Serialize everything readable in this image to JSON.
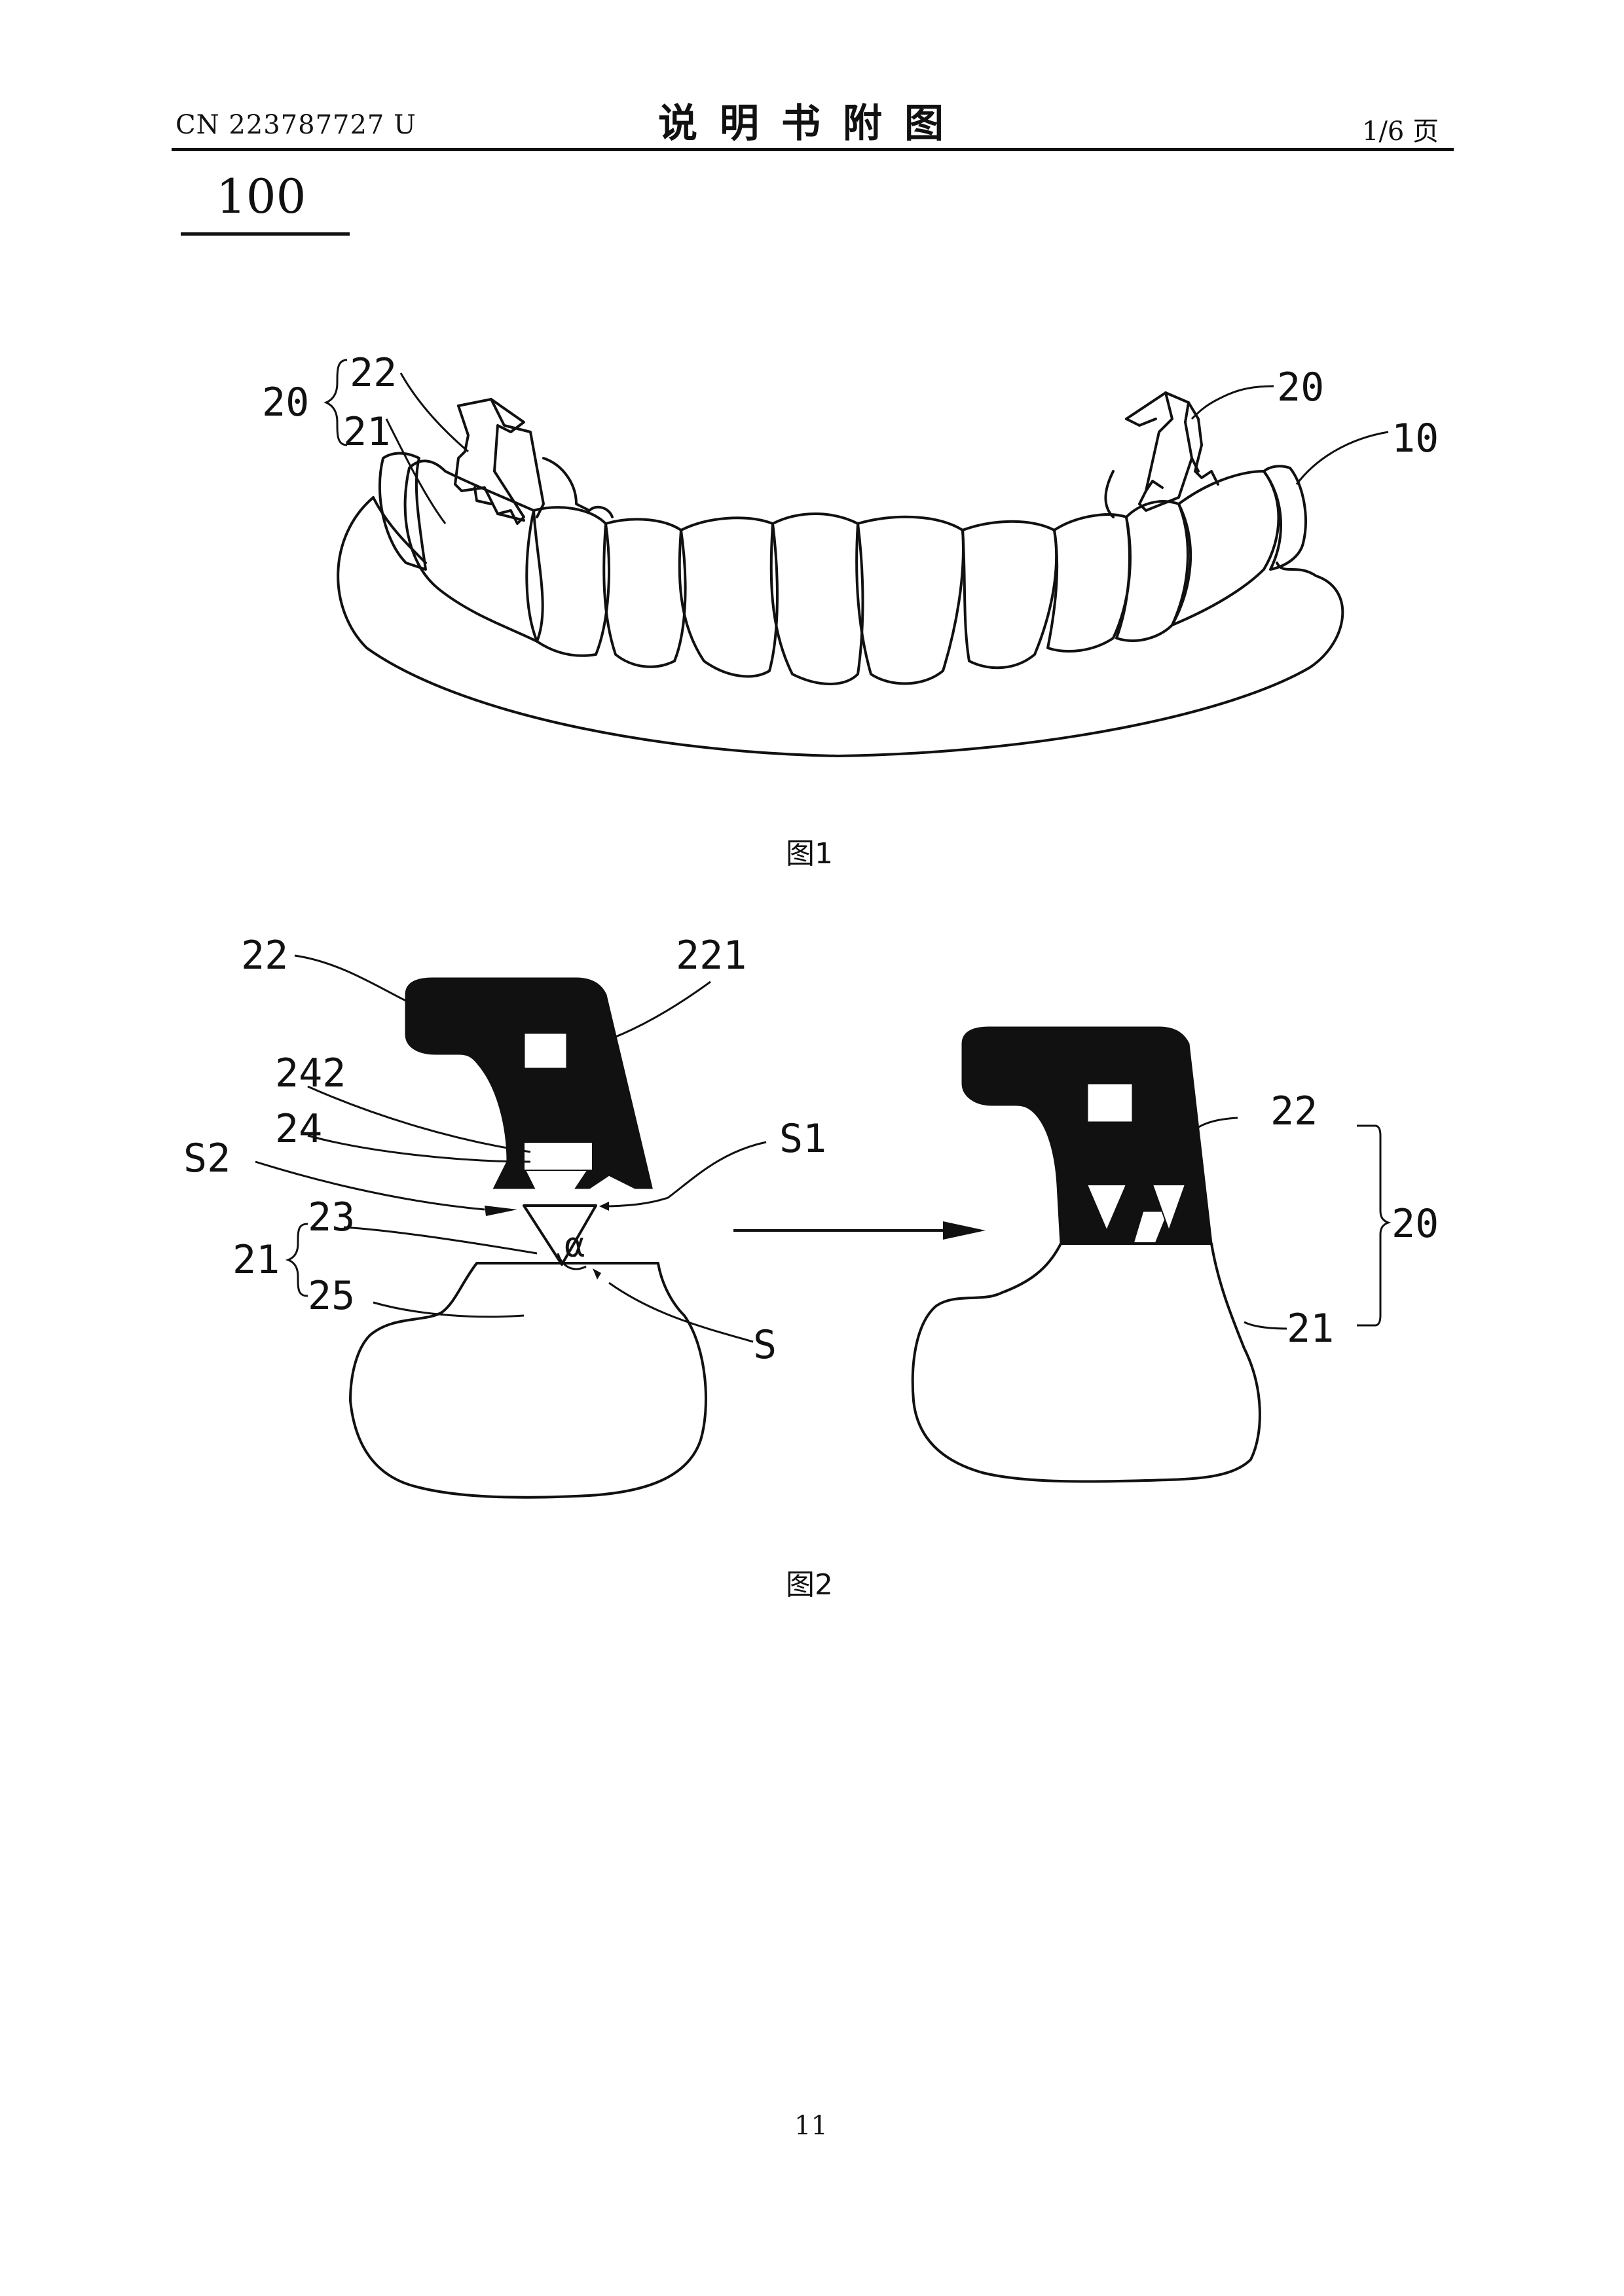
{
  "header": {
    "publication_number": "CN 223787727 U",
    "title": "说明书附图",
    "page_of": "1/6 页"
  },
  "figure_reference": "100",
  "figure1": {
    "caption": "图1",
    "labels": {
      "group": "20",
      "upper_part": "22",
      "lower_part": "21",
      "right_group": "20",
      "base": "10"
    }
  },
  "figure2": {
    "caption": "图2",
    "labels": {
      "top": "22",
      "window": "221",
      "inner_edge": "242",
      "notch": "24",
      "surface_s2": "S2",
      "surface_s1": "S1",
      "angle": "α",
      "wedge": "23",
      "group": "21",
      "body": "25",
      "surface_s": "S",
      "right_top": "22",
      "right_group": "20",
      "right_lower": "21"
    }
  },
  "page_number": "11"
}
